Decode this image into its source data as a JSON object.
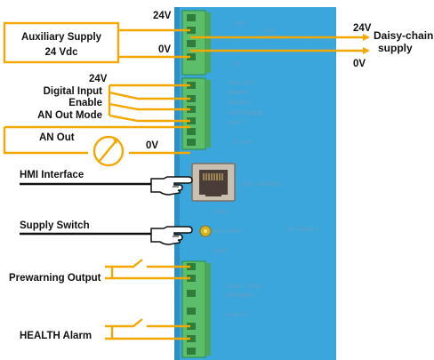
{
  "labels": {
    "aux_supply_line1": "Auxiliary Supply",
    "aux_supply_line2": "24 Vdc",
    "aux_24v": "24V",
    "aux_0v": "0V",
    "daisy_24v": "24V",
    "daisy_line1": "Daisy-chain",
    "daisy_line2": "supply",
    "daisy_0v": "0V",
    "io_24v": "24V",
    "digital_input": "Digital Input",
    "enable": "Enable",
    "an_out_mode": "AN Out Mode",
    "an_out": "AN Out",
    "an_out_0v": "0V",
    "hmi_interface": "HMI Interface",
    "supply_switch": "Supply Switch",
    "prewarning_output": "Prewarning Output",
    "health_alarm": "HEALTH Alarm"
  },
  "panel": {
    "aux_a": "+24V",
    "aux_b": "AUX",
    "aux_c": "SUPPLY",
    "aux_d": "0V",
    "io_a": "+24V OUT",
    "io_b": "ON/OFF",
    "io_c": "ENABLE",
    "io_d": "AOUT MODE",
    "io_e": "AOUT",
    "io_f": "0V OUT",
    "hmi": "HMI - REMOTE",
    "sw_a": "230V",
    "sw_b": "400 / 460V",
    "sw_c": "DC SUPPLY",
    "sw_d": "380V",
    "relay_a": "FAULT / WRN",
    "relay_b": "WARNING",
    "relay_c": "HEALTH"
  },
  "colors": {
    "panel": "#3ba6db",
    "terminal": "#5cbe6a",
    "wire": "#f2a800",
    "box_border": "#f2a800",
    "text": "#111111"
  },
  "icons": {
    "meter": "ammeter-icon",
    "hand": "pointing-hand-icon",
    "jack": "rj45-jack-icon",
    "switch": "slide-switch-icon",
    "contacts": "relay-contact-icon"
  }
}
